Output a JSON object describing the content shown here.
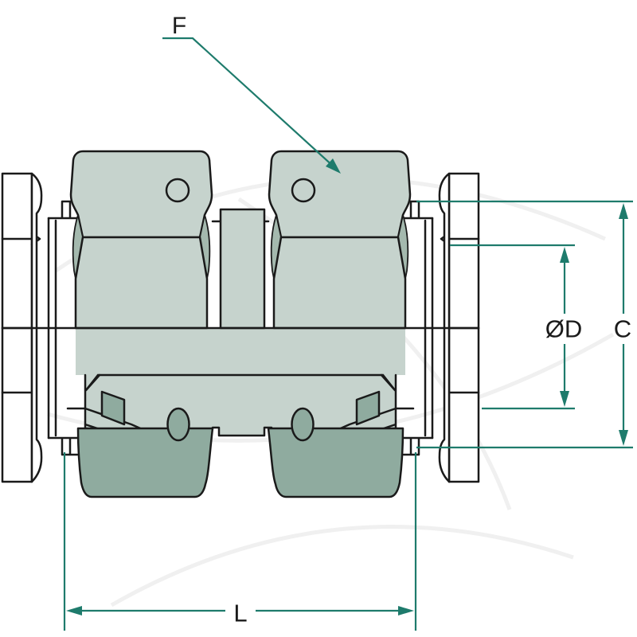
{
  "diagram": {
    "type": "technical-drawing",
    "subject": "straight-fitting-cross-section",
    "labels": {
      "f": "F",
      "diameter": "ØD",
      "c": "C",
      "l": "L"
    },
    "colors": {
      "dimension_teal": "#1e7b6c",
      "outline_black": "#1a1a1a",
      "body_light": "#c6d3cd",
      "body_mid": "#a4b9ae",
      "section_dark": "#8fab9f",
      "background": "#ffffff",
      "watermark_gray": "#f0f0f0"
    }
  }
}
